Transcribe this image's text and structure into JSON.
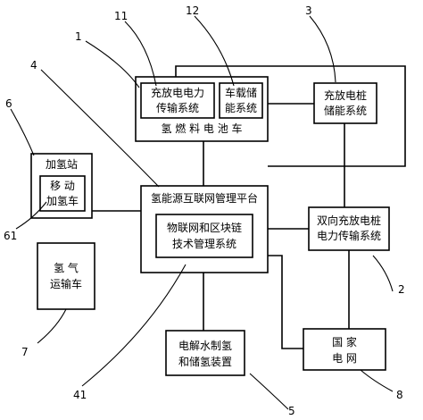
{
  "diagram": {
    "fuel_cell_vehicle": {
      "label": "氢 燃 料 电 池 车"
    },
    "charge_transmission": {
      "line1": "充放电电力",
      "line2": "传输系统"
    },
    "onboard_storage": {
      "line1": "车载储",
      "line2": "能系统"
    },
    "pile_storage": {
      "line1": "充放电桩",
      "line2": "储能系统"
    },
    "hydrogen_station": {
      "label": "加氢站"
    },
    "mobile_refueler": {
      "line1": "移 动",
      "line2": "加氢车"
    },
    "platform": {
      "label": "氢能源互联网管理平台"
    },
    "iot_blockchain": {
      "line1": "物联网和区块链",
      "line2": "技术管理系统"
    },
    "bidirectional": {
      "line1": "双向充放电桩",
      "line2": "电力传输系统"
    },
    "hydrogen_transport": {
      "line1": "氢   气",
      "line2": "运输车"
    },
    "electrolysis": {
      "line1": "电解水制氢",
      "line2": "和储氢装置"
    },
    "state_grid": {
      "line1": "国 家",
      "line2": "电 网"
    }
  },
  "refs": {
    "r1": "1",
    "r2": "2",
    "r3": "3",
    "r4": "4",
    "r5": "5",
    "r6": "6",
    "r7": "7",
    "r8": "8",
    "r11": "11",
    "r12": "12",
    "r41": "41",
    "r61": "61"
  }
}
